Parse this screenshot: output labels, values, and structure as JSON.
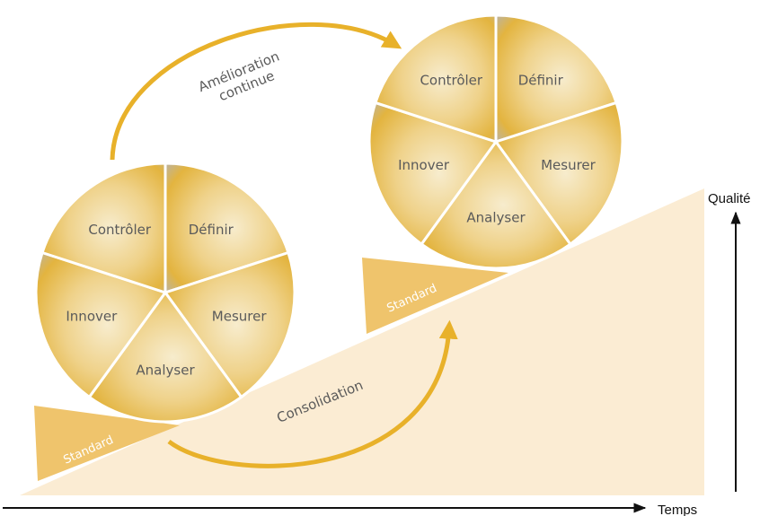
{
  "wheel_segments": [
    "Définir",
    "Mesurer",
    "Analyser",
    "Innover",
    "Contrôler"
  ],
  "labels": {
    "improvement": [
      "Amélioration",
      "continue"
    ],
    "consolidation": "Consolidation",
    "standard": "Standard",
    "axis_x": "Temps",
    "axis_y": "Qualité"
  },
  "colors": {
    "gold": "#e8b12a",
    "slope": "#fbecd3",
    "wedge": "#efc46c",
    "label_text": "#5a5a5a"
  }
}
